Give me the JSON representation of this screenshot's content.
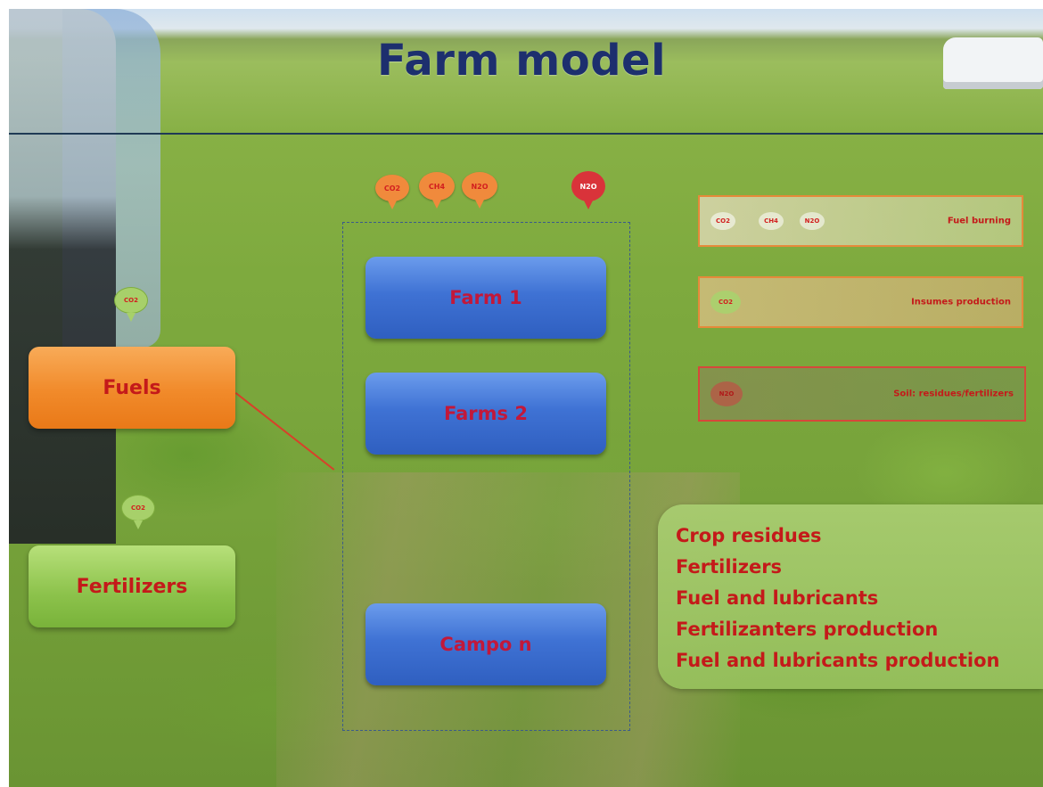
{
  "title": "Farm model",
  "farms": [
    "Farm 1",
    "Farms 2",
    "Campo n"
  ],
  "sources": {
    "fuels": "Fuels",
    "fertilizers": "Fertilizers"
  },
  "emission_bubbles": {
    "top": [
      "CO2",
      "CH4",
      "N2O"
    ],
    "top_red": "N2O",
    "fuels": "CO2",
    "fertilizers": "CO2"
  },
  "legend": [
    {
      "label": "Fuel burning",
      "bubbles": [
        "CO2",
        "CH4",
        "N2O"
      ]
    },
    {
      "label": "Insumes production",
      "bubbles": [
        "CO2"
      ]
    },
    {
      "label": "Soil: residues/fertilizers",
      "bubbles": [
        "N2O"
      ]
    }
  ],
  "emission_sources": [
    "Crop residues",
    "Fertilizers",
    "Fuel and lubricants",
    "Fertilizanters production",
    "Fuel and lubricants  production"
  ],
  "colors": {
    "title": "#1d2f6e",
    "farm_box": "#3f72d4",
    "fuels_box": "#f18a2a",
    "fertilizers_box": "#8cc24b",
    "label_red": "#c41a1a"
  }
}
